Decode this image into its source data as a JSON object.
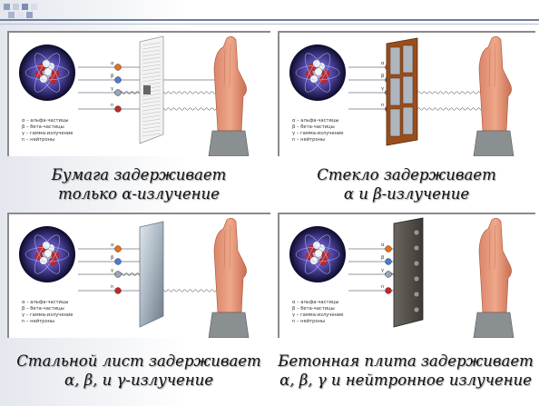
{
  "legend": {
    "alpha": "α – альфа-частицы",
    "beta": "β – бета-частицы",
    "gamma": "γ – гамма-излучение",
    "neutron": "n – нейтроны"
  },
  "ray_symbols": {
    "alpha": "α",
    "beta": "β",
    "gamma": "γ",
    "neutron": "n"
  },
  "panels": [
    {
      "barrier": "paper",
      "caption_line1": "Бумага задерживает",
      "caption_line2": "только α-излучение"
    },
    {
      "barrier": "glass",
      "caption_line1": "Стекло задерживает",
      "caption_line2": "α и β-излучение"
    },
    {
      "barrier": "steel",
      "caption_line1": "Стальной лист задерживает",
      "caption_line2": "α, β, и γ-излучение"
    },
    {
      "barrier": "concrete",
      "caption_line1": "Бетонная плита задерживает",
      "caption_line2": "α, β, γ и нейтронное излучение"
    }
  ],
  "colors": {
    "atom_glow": "#6a5acd",
    "alpha_dot": "#e8701a",
    "beta_dot": "#4a7bd8",
    "gamma_dot": "#9aa6b8",
    "neutron_dot": "#c0282c",
    "skin": "#f0a88a",
    "frame_wood": "#9a4e1c",
    "steel": "#a8b4bf",
    "concrete": "#3d3a35"
  }
}
